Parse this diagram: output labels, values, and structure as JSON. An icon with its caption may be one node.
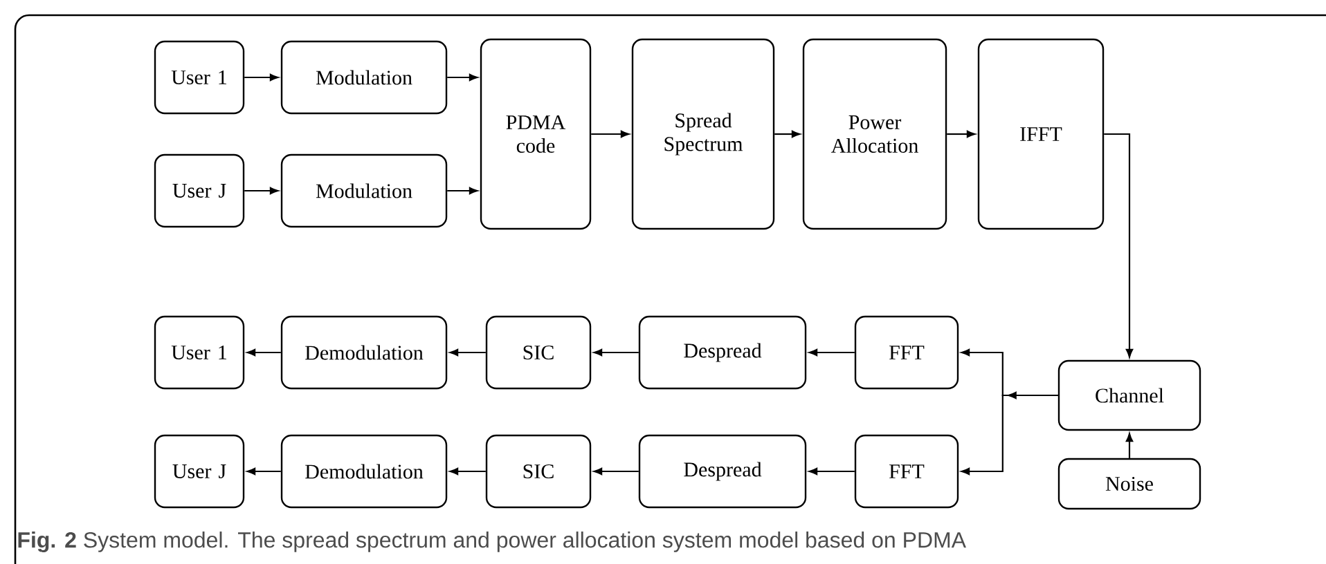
{
  "diagram": {
    "caption": "**Fig. 2** System model. The spread spectrum and power allocation system model based on PDMA",
    "nodes": [
      {
        "text": [
          "User 1"
        ]
      },
      {
        "text": [
          "Modulation"
        ]
      },
      {
        "text": [
          "User J"
        ]
      },
      {
        "text": [
          "Modulation"
        ]
      },
      {
        "text": [
          "PDMA code"
        ]
      },
      {
        "text": [
          "Spread Spectrum"
        ]
      },
      {
        "text": [
          "Power Allocation"
        ]
      },
      {
        "text": [
          "IFFT"
        ]
      },
      {
        "text": [
          "User 1"
        ]
      },
      {
        "text": [
          "Demodulation"
        ]
      },
      {
        "text": [
          "SIC"
        ]
      },
      {
        "text": [
          "Despread"
        ]
      },
      {
        "text": [
          "FFT"
        ]
      },
      {
        "text": [
          "User J"
        ]
      },
      {
        "text": [
          "Demodulation"
        ]
      },
      {
        "text": [
          "SIC"
        ]
      },
      {
        "text": [
          "Despread"
        ]
      },
      {
        "text": [
          "FFT"
        ]
      },
      {
        "text": [
          "Channel"
        ]
      },
      {
        "text": [
          "Noise"
        ]
      }
    ],
    "edges": [
      {
        "from": 0,
        "to": 1,
        "arrow": "to"
      },
      {
        "from": 1,
        "to": 4,
        "arrow": "to"
      },
      {
        "from": 2,
        "to": 3,
        "arrow": "to"
      },
      {
        "from": 3,
        "to": 4,
        "arrow": "to"
      },
      {
        "from": 4,
        "to": 5,
        "arrow": "to"
      },
      {
        "from": 5,
        "to": 6,
        "arrow": "to"
      },
      {
        "from": 6,
        "to": 7,
        "arrow": "to"
      },
      {
        "from": 7,
        "to": 18,
        "arrow": "to"
      },
      {
        "from": 18,
        "to": 12,
        "arrow": "to"
      },
      {
        "from": 18,
        "to": 17,
        "arrow": "to"
      },
      {
        "from": 19,
        "to": 18,
        "arrow": "to"
      },
      {
        "from": 12,
        "to": 11,
        "arrow": "to"
      },
      {
        "from": 11,
        "to": 10,
        "arrow": "to"
      },
      {
        "from": 10,
        "to": 9,
        "arrow": "to"
      },
      {
        "from": 9,
        "to": 8,
        "arrow": "to"
      },
      {
        "from": 17,
        "to": 16,
        "arrow": "to"
      },
      {
        "from": 16,
        "to": 15,
        "arrow": "to"
      },
      {
        "from": 15,
        "to": 14,
        "arrow": "to"
      },
      {
        "from": 14,
        "to": 13,
        "arrow": "to"
      }
    ]
  }
}
